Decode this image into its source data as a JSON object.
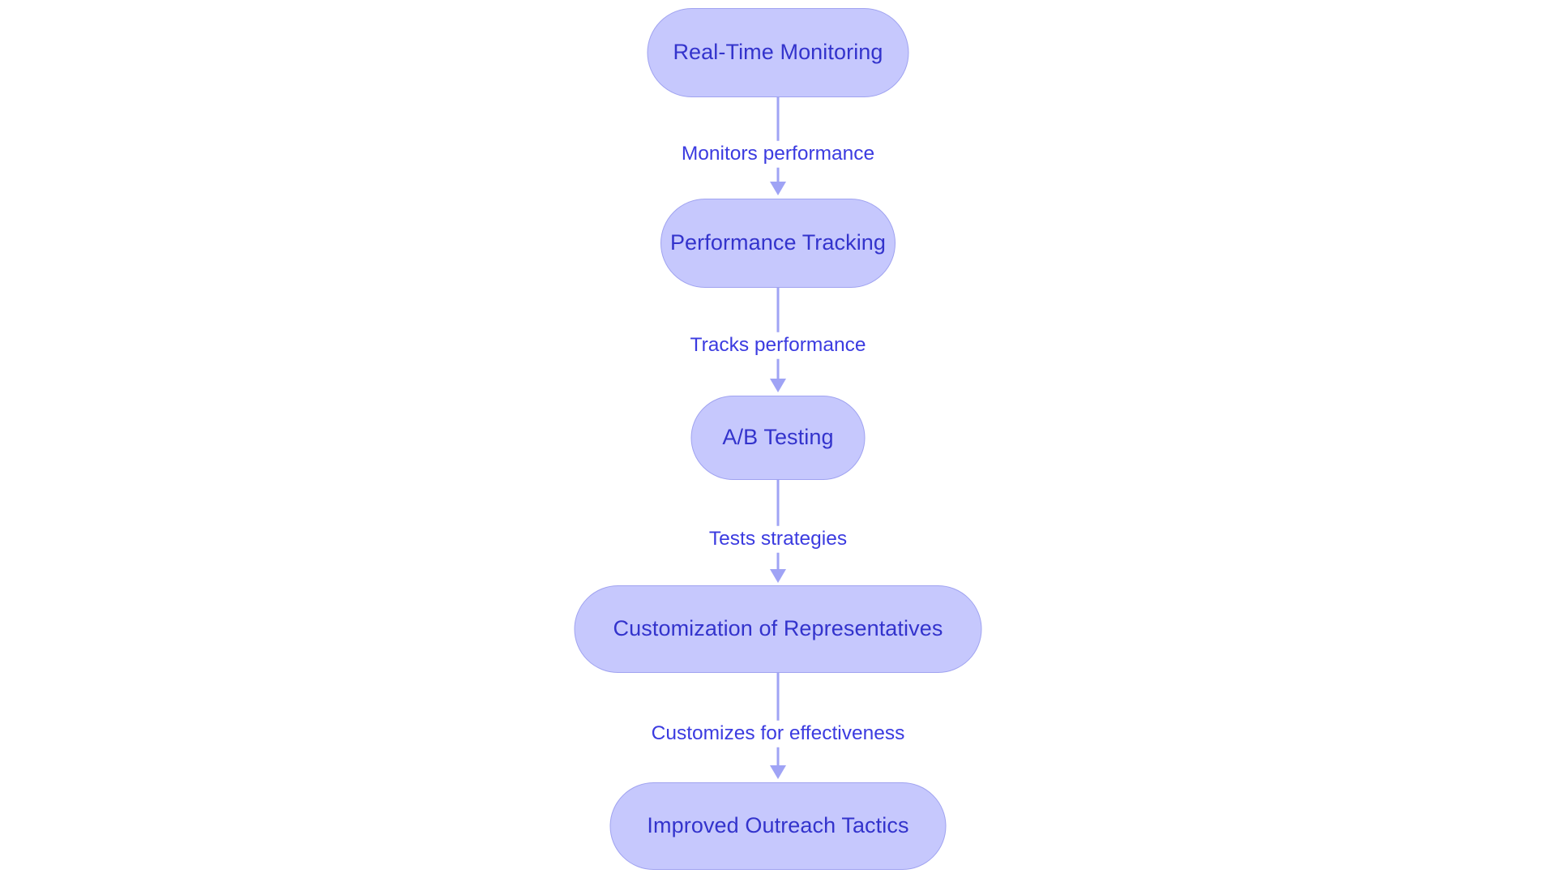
{
  "diagram": {
    "type": "flowchart",
    "direction": "top-to-bottom",
    "background_color": "#ffffff",
    "node_fill_color": "#c6c8fd",
    "node_border_color": "#a0a3f0",
    "node_text_color": "#3333cc",
    "edge_color": "#9fa3f5",
    "edge_label_color": "#3b3be0",
    "nodes": [
      {
        "id": "real-time-monitoring",
        "label": "Real-Time Monitoring"
      },
      {
        "id": "performance-tracking",
        "label": "Performance Tracking"
      },
      {
        "id": "ab-testing",
        "label": "A/B Testing"
      },
      {
        "id": "customization-of-representatives",
        "label": "Customization of Representatives"
      },
      {
        "id": "improved-outreach-tactics",
        "label": "Improved Outreach Tactics"
      }
    ],
    "edges": [
      {
        "from": "real-time-monitoring",
        "to": "performance-tracking",
        "label": "Monitors performance"
      },
      {
        "from": "performance-tracking",
        "to": "ab-testing",
        "label": "Tracks performance"
      },
      {
        "from": "ab-testing",
        "to": "customization-of-representatives",
        "label": "Tests strategies"
      },
      {
        "from": "customization-of-representatives",
        "to": "improved-outreach-tactics",
        "label": "Customizes for effectiveness"
      }
    ]
  }
}
